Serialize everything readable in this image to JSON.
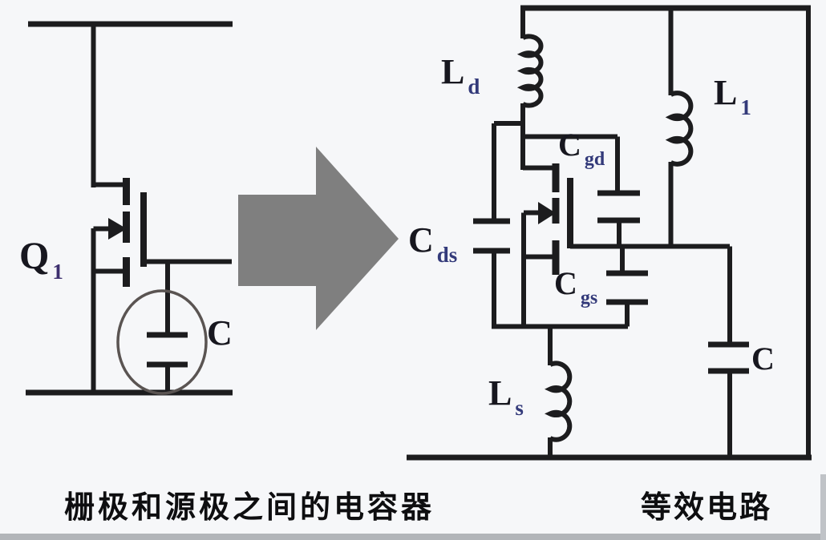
{
  "title": "栅极和源极之间的电容器 - 等效电路",
  "colors": {
    "background": "#f6f7f9",
    "wire": "#1c1c1e",
    "arrow_fill": "#7f7f7f",
    "highlight_ellipse": "#5a5452",
    "subscript_blue": "#333a7a",
    "label_dark": "#17171f"
  },
  "left_circuit": {
    "transistor_ref": {
      "main": "Q",
      "sub": "1"
    },
    "capacitor_ref": "C",
    "caption": "栅极和源极之间的电容器"
  },
  "arrow": {
    "direction": "right"
  },
  "right_circuit": {
    "drain_inductor": {
      "main": "L",
      "sub": "d"
    },
    "load_inductor": {
      "main": "L",
      "sub": "1"
    },
    "source_inductor": {
      "main": "L",
      "sub": "s"
    },
    "gate_drain_capacitor": {
      "main": "C",
      "sub": "gd"
    },
    "drain_source_capacitor": {
      "main": "C",
      "sub": "ds"
    },
    "gate_source_capacitor": {
      "main": "C",
      "sub": "gs"
    },
    "output_capacitor": "C",
    "caption": "等效电路"
  }
}
